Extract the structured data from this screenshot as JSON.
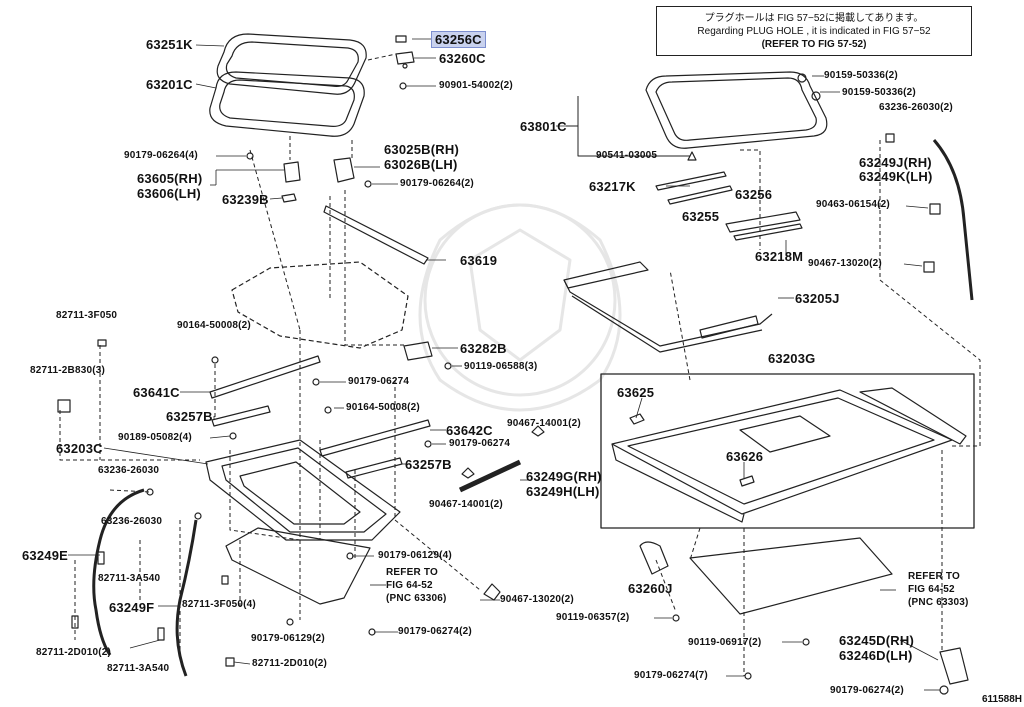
{
  "note": {
    "line_ja": "プラグホールは FIG 57−52に掲載してあります。",
    "line_en": "Regarding PLUG HOLE , it is indicated in FIG 57−52",
    "line_ref": "(REFER TO FIG 57-52)"
  },
  "highlighted_part": "63256C",
  "labels": {
    "l63251K": "63251K",
    "l63201C": "63201C",
    "l63256C": "63256C",
    "l63260C": "63260C",
    "l90901_54002": "90901-54002(2)",
    "l90179_06264_4": "90179-06264(4)",
    "l63605": "63605(RH)",
    "l63606": "63606(LH)",
    "l63239B": "63239B",
    "l63025B": "63025B(RH)",
    "l63026B": "63026B(LH)",
    "l90179_06264_2": "90179-06264(2)",
    "l63619": "63619",
    "l82711_3F050": "82711-3F050",
    "l90164_50008_2a": "90164-50008(2)",
    "l82711_2B830": "82711-2B830(3)",
    "l63641C": "63641C",
    "l90179_06274a": "90179-06274",
    "l63282B": "63282B",
    "l90119_06588": "90119-06588(3)",
    "l90164_50008_2b": "90164-50008(2)",
    "l63257B_a": "63257B",
    "l63642C": "63642C",
    "l90179_06274b": "90179-06274",
    "l90467_14001_2a": "90467-14001(2)",
    "l90189_05082": "90189-05082(4)",
    "l63203C": "63203C",
    "l63257B_b": "63257B",
    "l63249G": "63249G(RH)",
    "l63249H": "63249H(LH)",
    "l63236_26030a": "63236-26030",
    "l90467_14001_2b": "90467-14001(2)",
    "l63236_26030b": "63236-26030",
    "l63249E": "63249E",
    "l90179_06129_4": "90179-06129(4)",
    "l82711_3A540a": "82711-3A540",
    "l63249F": "63249F",
    "l82711_3F050_4": "82711-3F050(4)",
    "l82711_2D010_2a": "82711-2D010(2)",
    "l82711_3A540b": "82711-3A540",
    "l90179_06129_2": "90179-06129(2)",
    "l82711_2D010_2b": "82711-2D010(2)",
    "l90179_06274_2a": "90179-06274(2)",
    "l90467_13020_2a": "90467-13020(2)",
    "l63801C": "63801C",
    "l90541_03005": "90541-03005",
    "l90159_50336_2a": "90159-50336(2)",
    "l90159_50336_2b": "90159-50336(2)",
    "l63236_26030_2": "63236-26030(2)",
    "l63249J": "63249J(RH)",
    "l63249K": "63249K(LH)",
    "l63217K": "63217K",
    "l63256": "63256",
    "l63255": "63255",
    "l90463_06154": "90463-06154(2)",
    "l63218M": "63218M",
    "l90467_13020_2b": "90467-13020(2)",
    "l63205J": "63205J",
    "l63203G": "63203G",
    "l63625": "63625",
    "l63626": "63626",
    "l63260J": "63260J",
    "l90119_06357": "90119-06357(2)",
    "l90119_06917": "90119-06917(2)",
    "l63245D": "63245D(RH)",
    "l63246D": "63246D(LH)",
    "l90179_06274_7": "90179-06274(7)",
    "l90179_06274_2b": "90179-06274(2)"
  },
  "refer_left": {
    "line1": "REFER TO",
    "line2": "FIG 64-52",
    "line3": "(PNC 63306)"
  },
  "refer_right": {
    "line1": "REFER TO",
    "line2": "FIG 64-52",
    "line3": "(PNC 63303)"
  },
  "figure_code": "611588H"
}
